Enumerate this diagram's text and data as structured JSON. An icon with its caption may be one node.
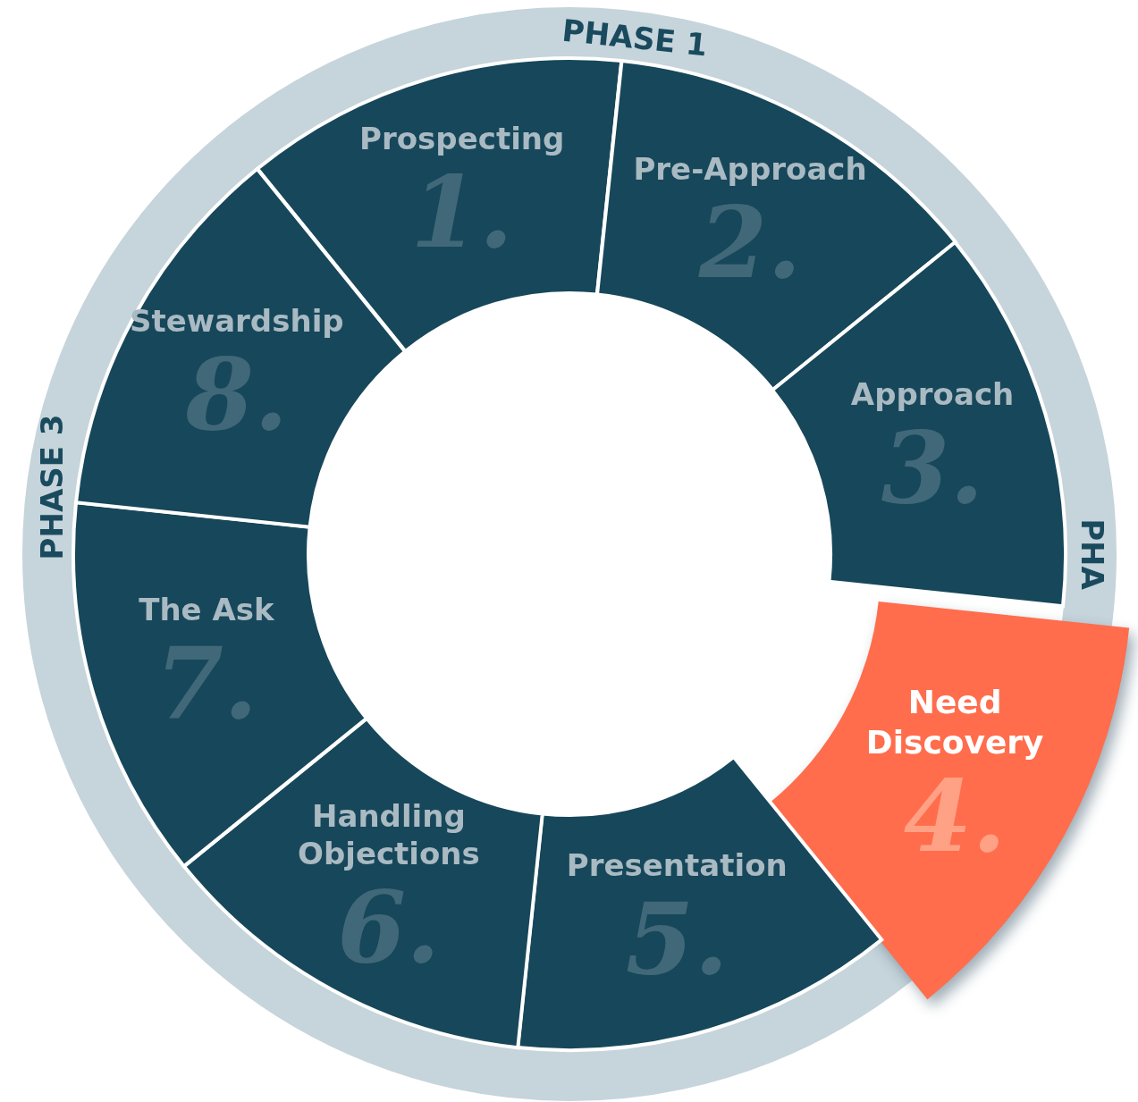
{
  "diagram": {
    "nodes": [
      {
        "text": [
          "Prospecting",
          "1."
        ]
      },
      {
        "text": [
          "Pre-Approach",
          "2."
        ]
      },
      {
        "text": [
          "Approach",
          "3."
        ]
      },
      {
        "text": [
          "Need Discovery",
          "4."
        ]
      },
      {
        "text": [
          "Presentation",
          "5."
        ]
      },
      {
        "text": [
          "Handling Objections",
          "6."
        ]
      },
      {
        "text": [
          "The Ask",
          "7."
        ]
      },
      {
        "text": [
          "Stewardship",
          "8."
        ]
      }
    ],
    "labels": [
      "PHASE 1",
      "PHASE 3",
      "PHA"
    ]
  }
}
